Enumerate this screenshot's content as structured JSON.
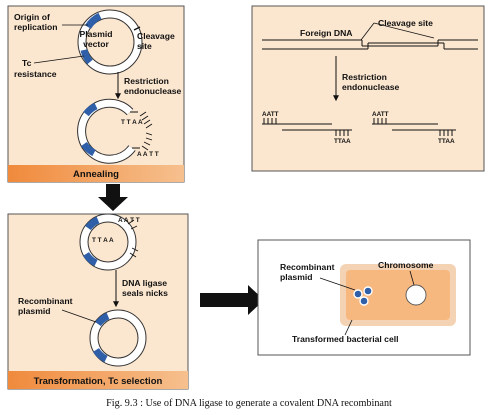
{
  "panels": {
    "plasmid": {
      "labels": {
        "origin": [
          "Origin of",
          "replication"
        ],
        "plasmid_vector": [
          "Plasmid",
          "vector"
        ],
        "cleavage": [
          "Cleavage",
          "site"
        ],
        "tc": [
          "Tc",
          "resistance"
        ],
        "restriction": [
          "Restriction",
          "endonuclease"
        ],
        "sticky_a": "T T A A",
        "sticky_b": "A A T T"
      },
      "footer": "Annealing"
    },
    "foreign_dna": {
      "labels": {
        "foreign_dna": "Foreign DNA",
        "cleavage_site": "Cleavage site",
        "restriction": [
          "Restriction",
          "endonuclease"
        ],
        "aatt_1": "AATT",
        "ttaa_1": "TTAA",
        "aatt_2": "AATT",
        "ttaa_2": "TTAA"
      }
    },
    "ligation": {
      "labels": {
        "dna_ligase": [
          "DNA ligase",
          "seals nicks"
        ],
        "recombinant": [
          "Recombinant",
          "plasmid"
        ],
        "aatt": "A A T T",
        "ttaa": "T T A A"
      },
      "footer": "Transformation, Tc selection"
    },
    "bacterium": {
      "labels": {
        "recombinant": [
          "Recombinant",
          "plasmid"
        ],
        "chromosome": "Chromosome",
        "transformed": "Transformed bacterial cell"
      }
    }
  },
  "caption": "Fig. 9.3 : Use of DNA ligase to generate a covalent DNA recombinant",
  "colors": {
    "panel_fill": "#fbe6cf",
    "panel_border": "#555555",
    "footer_bar": "#ef9a52",
    "footer_bar_light": "#f5c08a",
    "plasmid_ring": "#ffffff",
    "plasmid_segment": "#2e5fa8",
    "cell_fill": "#f7b880",
    "cell_membrane": "#f4d3b4",
    "arrow": "#111111"
  }
}
